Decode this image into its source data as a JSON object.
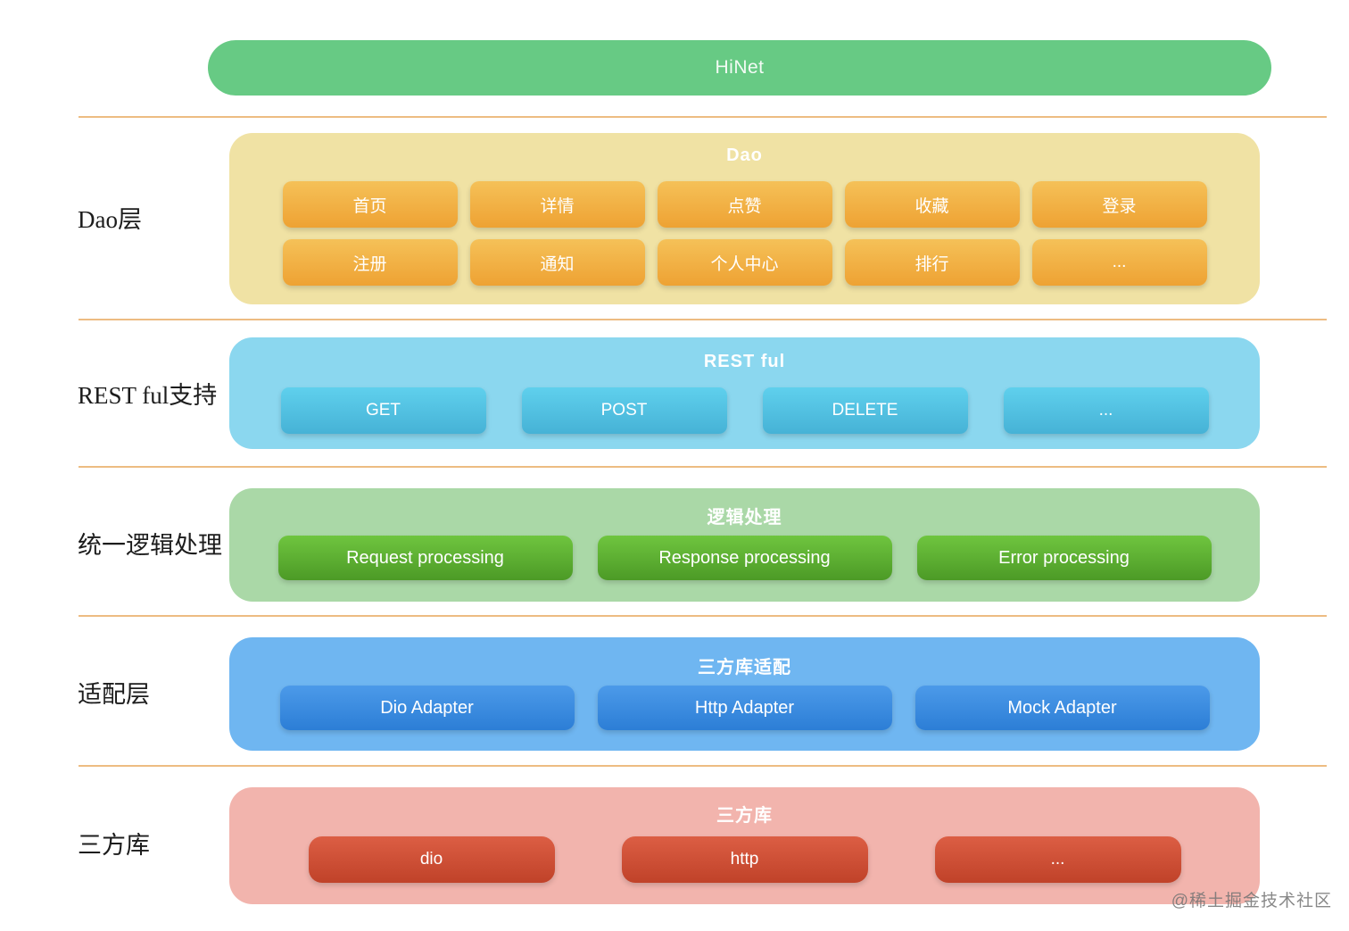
{
  "root_node": {
    "label": "HiNet",
    "color": "#67ca84"
  },
  "divider_color": "#edbc82",
  "watermark": "@稀土掘金技术社区",
  "layers": [
    {
      "side_label": "Dao层",
      "title": "Dao",
      "container_color": "#f0e2a4",
      "button_color_top": "#f5c158",
      "button_color_bottom": "#eea233",
      "rows": [
        [
          "首页",
          "详情",
          "点赞",
          "收藏",
          "登录"
        ],
        [
          "注册",
          "通知",
          "个人中心",
          "排行",
          "..."
        ]
      ]
    },
    {
      "side_label": "REST ful支持",
      "title": "REST ful",
      "container_color": "#8bd7ef",
      "button_color_top": "#5fd0ed",
      "button_color_bottom": "#46b2d6",
      "rows": [
        [
          "GET",
          "POST",
          "DELETE",
          "..."
        ]
      ]
    },
    {
      "side_label": "统一逻辑处理",
      "title": "逻辑处理",
      "container_color": "#aad8a7",
      "button_color_top": "#6fc53f",
      "button_color_bottom": "#4c9a26",
      "rows": [
        [
          "Request processing",
          "Response processing",
          "Error processing"
        ]
      ]
    },
    {
      "side_label": "适配层",
      "title": "三方库适配",
      "container_color": "#6fb6f1",
      "button_color_top": "#4c9ae9",
      "button_color_bottom": "#2c7ed6",
      "rows": [
        [
          "Dio Adapter",
          "Http Adapter",
          "Mock Adapter"
        ]
      ]
    },
    {
      "side_label": "三方库",
      "title": "三方库",
      "container_color": "#f2b4ad",
      "button_color_top": "#dc5e44",
      "button_color_bottom": "#c04229",
      "rows": [
        [
          "dio",
          "http",
          "..."
        ]
      ]
    }
  ]
}
